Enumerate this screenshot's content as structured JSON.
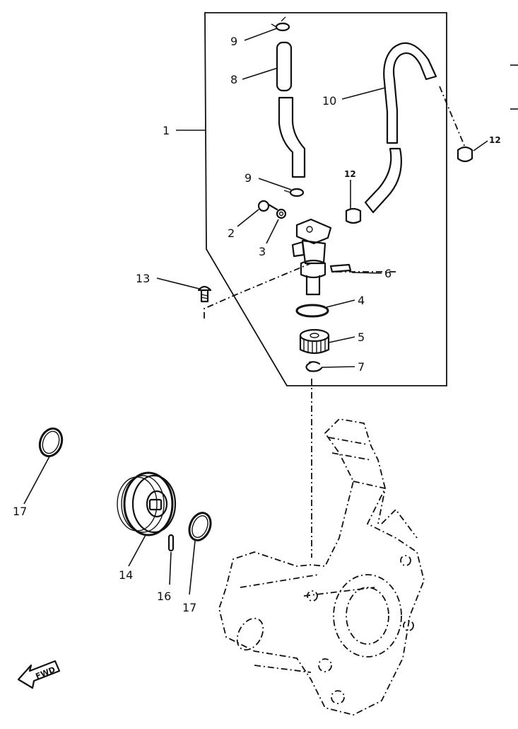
{
  "callouts": {
    "p1": "1",
    "p2": "2",
    "p3": "3",
    "p4": "4",
    "p5": "5",
    "p6": "6",
    "p7": "7",
    "p8": "8",
    "p9_top": "9",
    "p9_mid": "9",
    "p10": "10",
    "p12_right": "12",
    "p12_mid": "12",
    "p13": "13",
    "p14": "14",
    "p16": "16",
    "p17_left": "17",
    "p17_right": "17"
  },
  "fwd_label": "FWD"
}
